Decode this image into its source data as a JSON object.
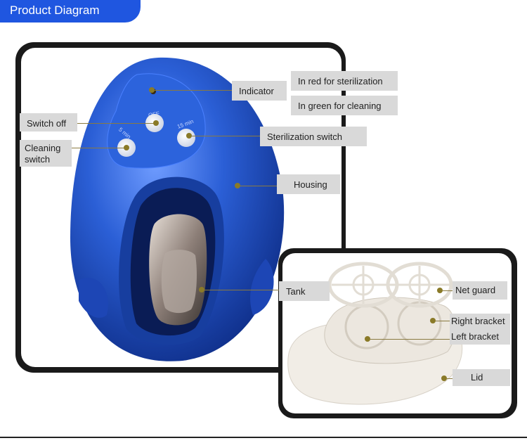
{
  "header": {
    "title": "Product Diagram"
  },
  "callouts": {
    "indicator": "Indicator",
    "red_sterilization": "In red for sterilization",
    "green_cleaning": "In green for cleaning",
    "switch_off": "Switch off",
    "cleaning_switch": "Cleaning switch",
    "sterilization_switch": "Sterilization switch",
    "housing": "Housing",
    "tank": "Tank",
    "net_guard": "Net guard",
    "right_bracket": "Right bracket",
    "left_bracket": "Left bracket",
    "lid": "Lid"
  },
  "device_markings": {
    "off": "OFF",
    "cleaning_time": "5 min",
    "sterilization_time": "15 min"
  },
  "colors": {
    "header_blue": "#1f56e0",
    "device_blue": "#1f4fc8",
    "label_gray": "#d9d9d9",
    "leader_gold": "#8a7a28"
  }
}
